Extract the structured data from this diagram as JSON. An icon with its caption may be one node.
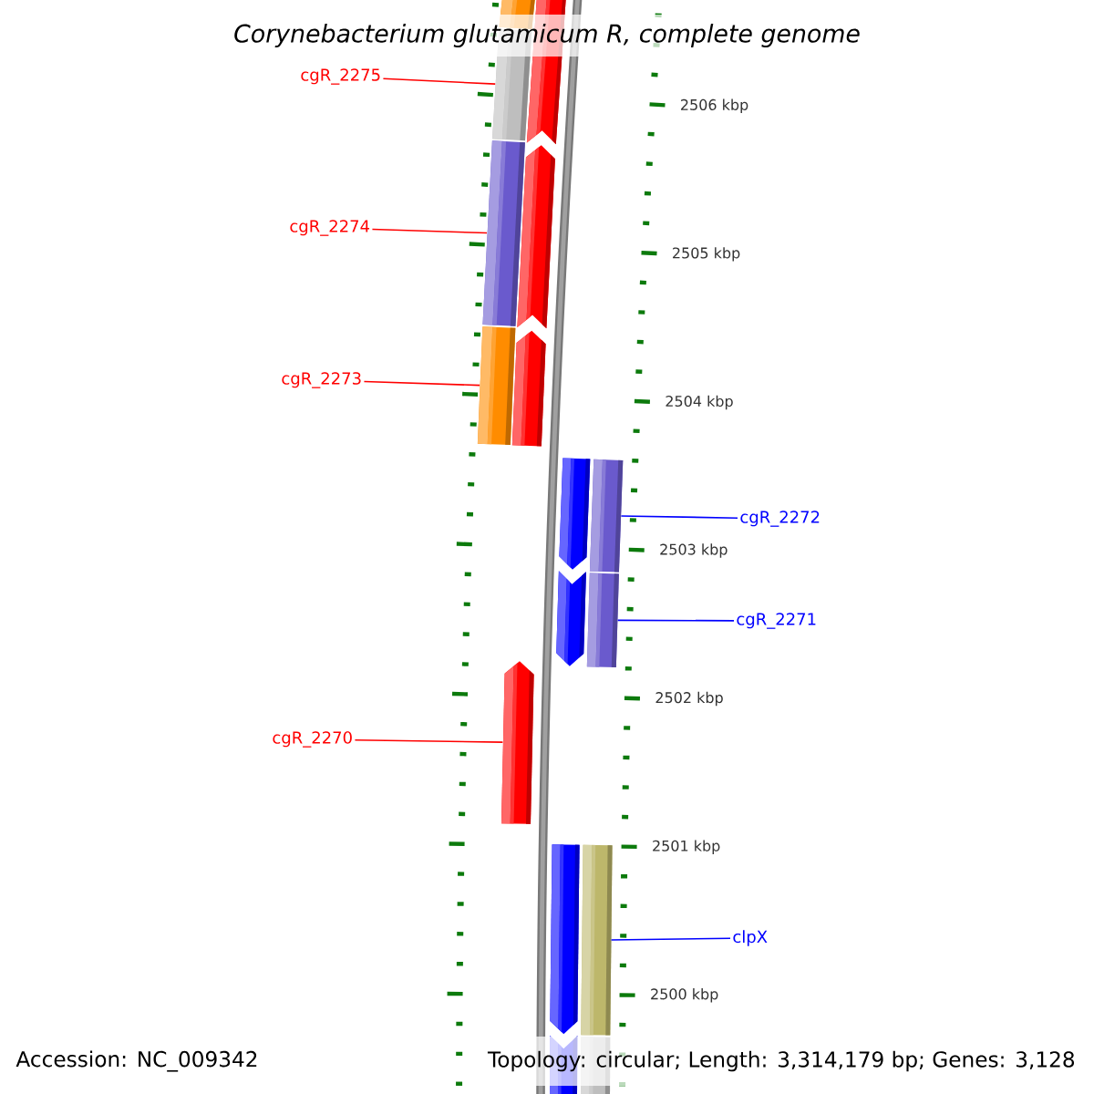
{
  "diagram": {
    "title": "Corynebacterium glutamicum R, complete genome",
    "nodes": [
      {
        "text": [
          "cgR_2275"
        ]
      },
      {
        "text": [
          "cgR_2274"
        ]
      },
      {
        "text": [
          "cgR_2273"
        ]
      },
      {
        "text": [
          "cgR_2272"
        ]
      },
      {
        "text": [
          "cgR_2271"
        ]
      },
      {
        "text": [
          "cgR_2270"
        ]
      },
      {
        "text": [
          "clpX"
        ]
      },
      {
        "text": [],
        "shape": "bar"
      },
      {
        "text": [],
        "shape": "bar"
      },
      {
        "text": [],
        "shape": "bar"
      },
      {
        "text": [],
        "shape": "bar"
      },
      {
        "text": [],
        "shape": "arrow"
      },
      {
        "text": [],
        "shape": "arrow"
      },
      {
        "text": [],
        "shape": "arrow"
      },
      {
        "text": [],
        "shape": "arrow"
      },
      {
        "text": [],
        "shape": "arrow"
      },
      {
        "text": [],
        "shape": "arrow"
      },
      {
        "text": [],
        "shape": "arrow"
      },
      {
        "text": [],
        "shape": "arrow"
      },
      {
        "text": [],
        "shape": "bar"
      },
      {
        "text": [],
        "shape": "bar"
      },
      {
        "text": [],
        "shape": "bar"
      },
      {
        "text": [],
        "shape": "bar"
      }
    ],
    "edges": [
      {
        "from": 0,
        "to": 8,
        "arrow": "none"
      },
      {
        "from": 1,
        "to": 9,
        "arrow": "none"
      },
      {
        "from": 2,
        "to": 10,
        "arrow": "none"
      },
      {
        "from": 3,
        "to": 19,
        "arrow": "none",
        "color": "#0000ff"
      },
      {
        "from": 4,
        "to": 20,
        "arrow": "none",
        "color": "#0000ff"
      },
      {
        "from": 5,
        "to": 14,
        "arrow": "none"
      },
      {
        "from": 6,
        "to": 21,
        "arrow": "none",
        "color": "#0000ff"
      }
    ],
    "labels": [
      "2506 kbp",
      "2505 kbp",
      "2504 kbp",
      "2503 kbp",
      "2502 kbp",
      "2501 kbp",
      "2500 kbp",
      "Accession: NC_009342",
      "Topology: circular; Length: 3,314,179 bp; Genes: 3,128"
    ]
  }
}
